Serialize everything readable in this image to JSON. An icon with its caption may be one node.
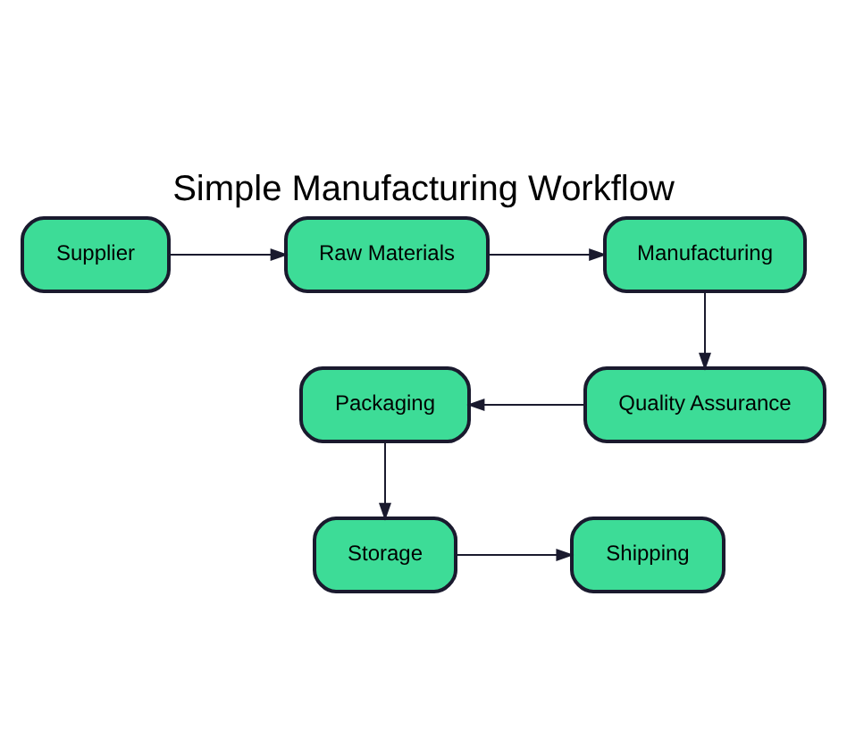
{
  "diagram": {
    "title": "Simple Manufacturing Workflow",
    "nodes": [
      {
        "text": [
          "Supplier"
        ]
      },
      {
        "text": [
          "Raw Materials"
        ]
      },
      {
        "text": [
          "Manufacturing"
        ]
      },
      {
        "text": [
          "Quality Assurance"
        ]
      },
      {
        "text": [
          "Packaging"
        ]
      },
      {
        "text": [
          "Storage"
        ]
      },
      {
        "text": [
          "Shipping"
        ]
      }
    ],
    "edges": [
      {
        "from": 0,
        "to": 1,
        "arrow": "to"
      },
      {
        "from": 1,
        "to": 2,
        "arrow": "to"
      },
      {
        "from": 2,
        "to": 3,
        "arrow": "to"
      },
      {
        "from": 3,
        "to": 4,
        "arrow": "to"
      },
      {
        "from": 4,
        "to": 5,
        "arrow": "to"
      },
      {
        "from": 5,
        "to": 6,
        "arrow": "to"
      }
    ]
  }
}
